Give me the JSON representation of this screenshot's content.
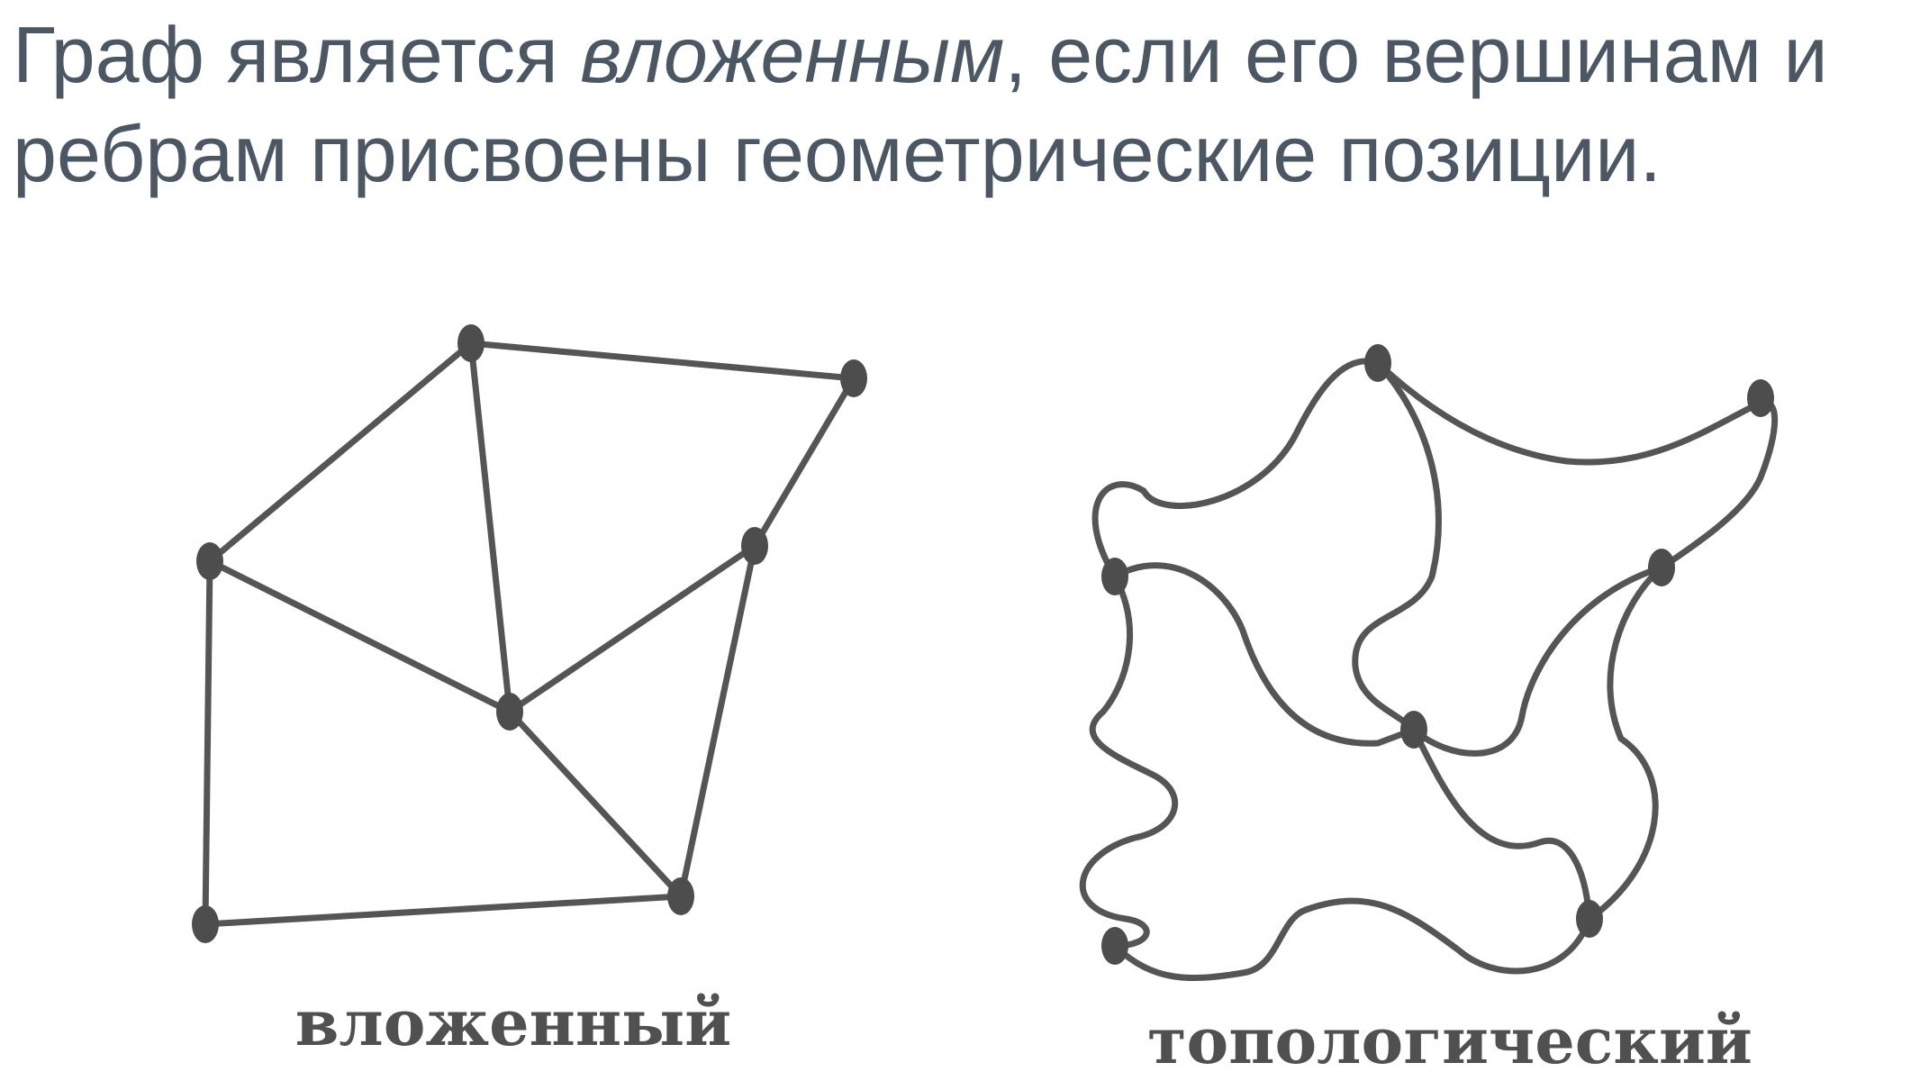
{
  "title": {
    "part1": "Граф является ",
    "emphasis": "вложенным",
    "part2": ", если его вершинам и ребрам присвоены геометрические позиции."
  },
  "diagrams": {
    "embedded": {
      "caption": "вложенный",
      "vertices": 7,
      "edges": 10
    },
    "topological": {
      "caption": "топологический",
      "vertices": 7,
      "edges": 10
    }
  },
  "colors": {
    "title_text": "#4b5763",
    "edge": "#555555",
    "vertex": "#4d4d4d",
    "caption": "#505050"
  }
}
